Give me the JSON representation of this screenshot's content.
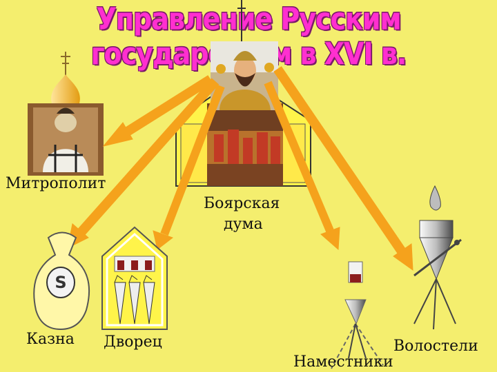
{
  "title": "Управление Русским государством в XVI в.",
  "nodes": {
    "metropolitan": "Митрополит",
    "boyar_duma_line1": "Боярская",
    "boyar_duma_line2": "дума",
    "treasury": "Казна",
    "palace": "Дворец",
    "governors": "Наместники",
    "volost_chiefs": "Волостели"
  },
  "treasury_symbol": "S",
  "colors": {
    "background": "#f4ee6e",
    "title": "#ff2fd0",
    "arrow": "#f5a21c",
    "building": "#fff44a"
  }
}
